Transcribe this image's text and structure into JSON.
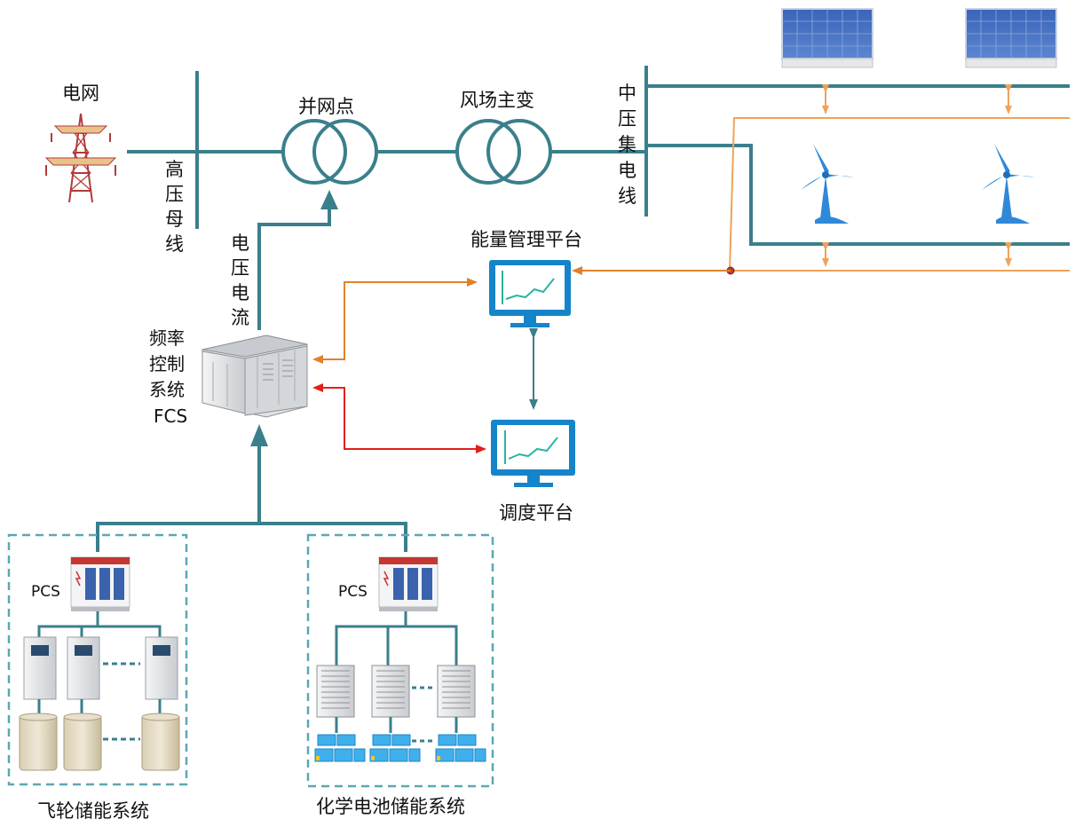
{
  "labels": {
    "grid": "电网",
    "hv_bus": [
      "高",
      "压",
      "母",
      "线"
    ],
    "grid_point": "并网点",
    "main_transformer": "风场主变",
    "mv_collector": [
      "中",
      "压",
      "集",
      "电",
      "线"
    ],
    "voltage_current": [
      "电",
      "压",
      "电",
      "流"
    ],
    "fcs": [
      "频率",
      "控制",
      "系统",
      "FCS"
    ],
    "energy_platform": "能量管理平台",
    "dispatch_platform": "调度平台",
    "pcs_left": "PCS",
    "pcs_right": "PCS",
    "flywheel_system": "飞轮储能系统",
    "battery_system": "化学电池储能系统"
  },
  "colors": {
    "line": "#3a7f8c",
    "orange": "#e0822b",
    "light_orange": "#f0a25a",
    "red": "#e0201b",
    "monitor": "#1584c9",
    "turbine": "#2f88d8",
    "dashed_box": "#5aa8b3"
  },
  "icons": {
    "grid": "power-tower-icon",
    "transformer": "transformer-icon",
    "solar": "solar-panel-icon",
    "wind": "wind-turbine-icon",
    "monitor": "monitor-chart-icon",
    "cabinet": "fcs-cabinet-icon",
    "pcs": "pcs-cabinet-icon",
    "flywheel_controller": "flywheel-controller-icon",
    "flywheel": "flywheel-drum-icon",
    "battery_cabinet": "battery-cabinet-icon",
    "battery_pack": "battery-pack-icon"
  }
}
